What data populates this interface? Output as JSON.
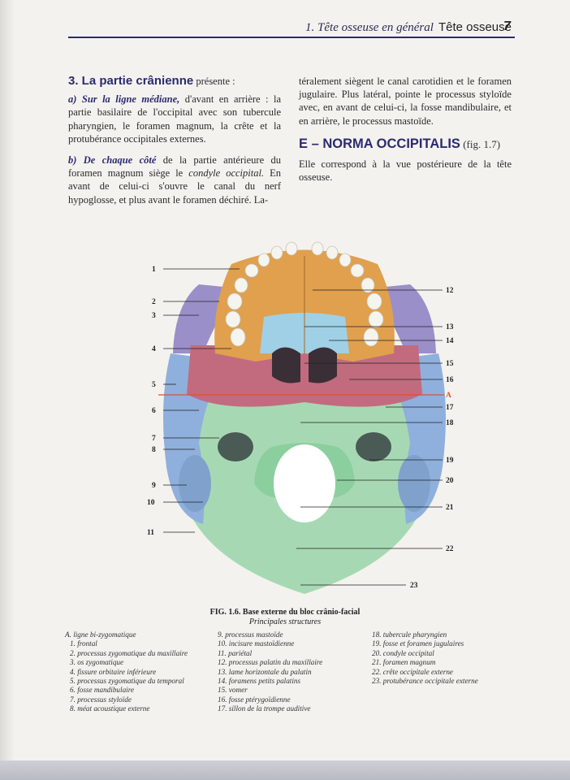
{
  "header": {
    "section": "1. Tête osseuse en général",
    "title": "Tête osseuse",
    "page_number": "7"
  },
  "left_column": {
    "heading_num": "3. La partie crânienne",
    "heading_rest": " présente :",
    "para_a_lead": "a) Sur la ligne médiane,",
    "para_a_text": " d'avant en arrière : la partie basilaire de l'occipital avec son tubercule pharyngien, le foramen magnum, la crête et la protubérance occipitales externes.",
    "para_b_lead": "b) De chaque côté",
    "para_b_text1": " de la partie antérieure du foramen magnum siège le ",
    "para_b_em": "condyle occipital.",
    "para_b_text2": " En avant de celui-ci s'ouvre le canal du nerf hypoglosse, et plus avant le foramen déchiré. La-"
  },
  "right_column": {
    "continuation": "téralement siègent le canal carotidien et le foramen jugulaire. Plus latéral, pointe le processus styloïde avec, en avant de celui-ci, la fosse mandibulaire, et en arrière, le processus mastoïde.",
    "section_heading": "E – NORMA OCCIPITALIS",
    "section_ref": " (fig. 1.7)",
    "section_text": "Elle correspond à la vue postérieure de la tête osseuse."
  },
  "figure": {
    "labels_left": [
      "1",
      "2",
      "3",
      "4",
      "5",
      "6",
      "7",
      "8",
      "9",
      "10",
      "11"
    ],
    "labels_right": [
      "12",
      "13",
      "14",
      "15",
      "16",
      "A",
      "17",
      "18",
      "19",
      "20",
      "21",
      "22",
      "23"
    ],
    "caption_title": "FIG. 1.6. Base externe du bloc crânio-facial",
    "caption_sub": "Principales structures"
  },
  "legend": {
    "col1": [
      "A. ligne bi-zygomatique",
      "1. frontal",
      "2. processus zygomatique du maxillaire",
      "3. os zygomatique",
      "4. fissure orbitaire inférieure",
      "5. processus zygomatique du temporal",
      "6. fosse mandibulaire",
      "7. processus styloïde",
      "8. méat acoustique externe"
    ],
    "col2": [
      "9. processus mastoïde",
      "10. incisure mastoïdienne",
      "11. pariétal",
      "12. processus palatin du maxillaire",
      "13. lame horizontale du palatin",
      "14. foramens petits palatins",
      "15. vomer",
      "16. fosse ptérygoïdienne",
      "17. sillon de la trompe auditive"
    ],
    "col3": [
      "18. tubercule pharyngien",
      "19. fosse et foramen jugulaires",
      "20. condyle occipital",
      "21. foramen magnum",
      "22. crête occipitale externe",
      "23. protubérance occipitale externe"
    ]
  },
  "colors": {
    "accent": "#2b2a70",
    "occipital": "#a6d9b3",
    "temporal": "#8fb0dc",
    "maxilla": "#e0a04e",
    "palatine": "#9fd0e6",
    "sphenoid": "#c26b7e",
    "zygomatic": "#9a8fc8",
    "line_A": "#e05030"
  }
}
